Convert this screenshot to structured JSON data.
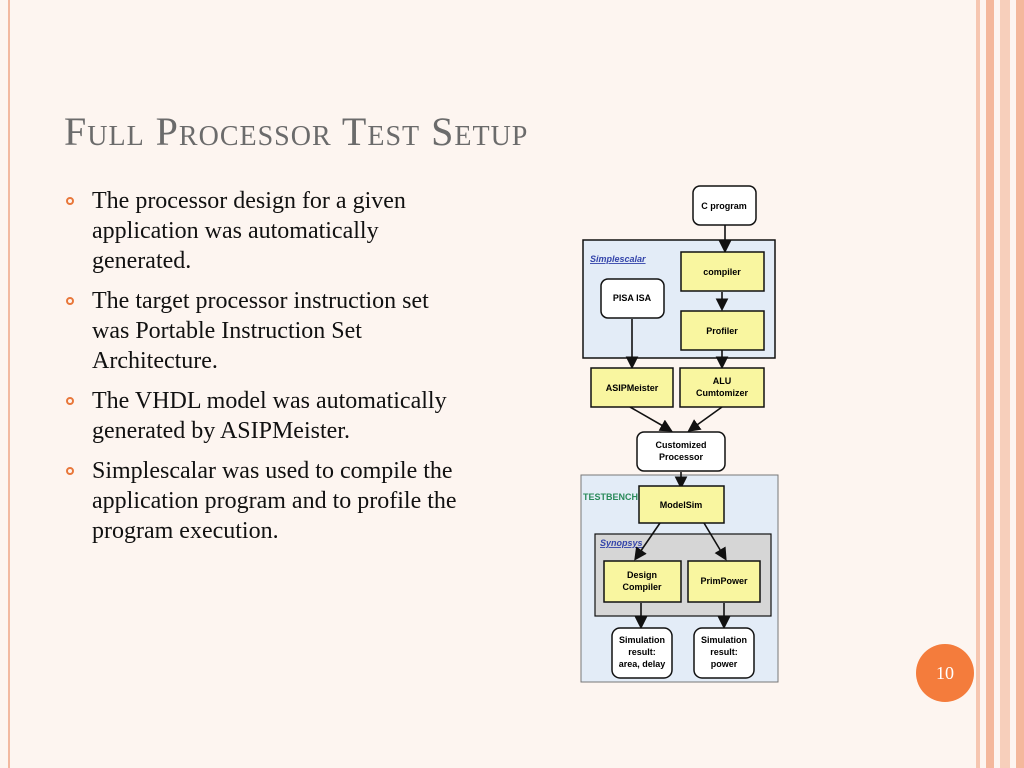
{
  "slide": {
    "title": "Full Processor Test Setup",
    "page_number": "10",
    "colors": {
      "accent": "#f47c3c",
      "title": "#6b6b6b",
      "background": "#fdf5f0"
    }
  },
  "bullets": [
    "The processor design for a given application was automatically generated.",
    "The target processor instruction set was Portable Instruction Set Architecture.",
    "The VHDL model was automatically generated by ASIPMeister.",
    "Simplescalar was used to compile the application program and to profile the program execution."
  ],
  "diagram": {
    "nodes": {
      "c_program": "C program",
      "compiler": "compiler",
      "pisa_isa": "PISA ISA",
      "profiler": "Profiler",
      "asipmeister": "ASIPMeister",
      "alu_line1": "ALU",
      "alu_line2": "Cumtomizer",
      "customized_line1": "Customized",
      "customized_line2": "Processor",
      "modelsim": "ModelSim",
      "design_compiler_line1": "Design",
      "design_compiler_line2": "Compiler",
      "primpower": "PrimPower",
      "sim_area_line1": "Simulation",
      "sim_area_line2": "result:",
      "sim_area_line3": "area, delay",
      "sim_power_line1": "Simulation",
      "sim_power_line2": "result:",
      "sim_power_line3": "power"
    },
    "groups": {
      "simplescalar": "Simplescalar",
      "testbench": "TESTBENCH",
      "synopsys": "Synopsys"
    }
  }
}
